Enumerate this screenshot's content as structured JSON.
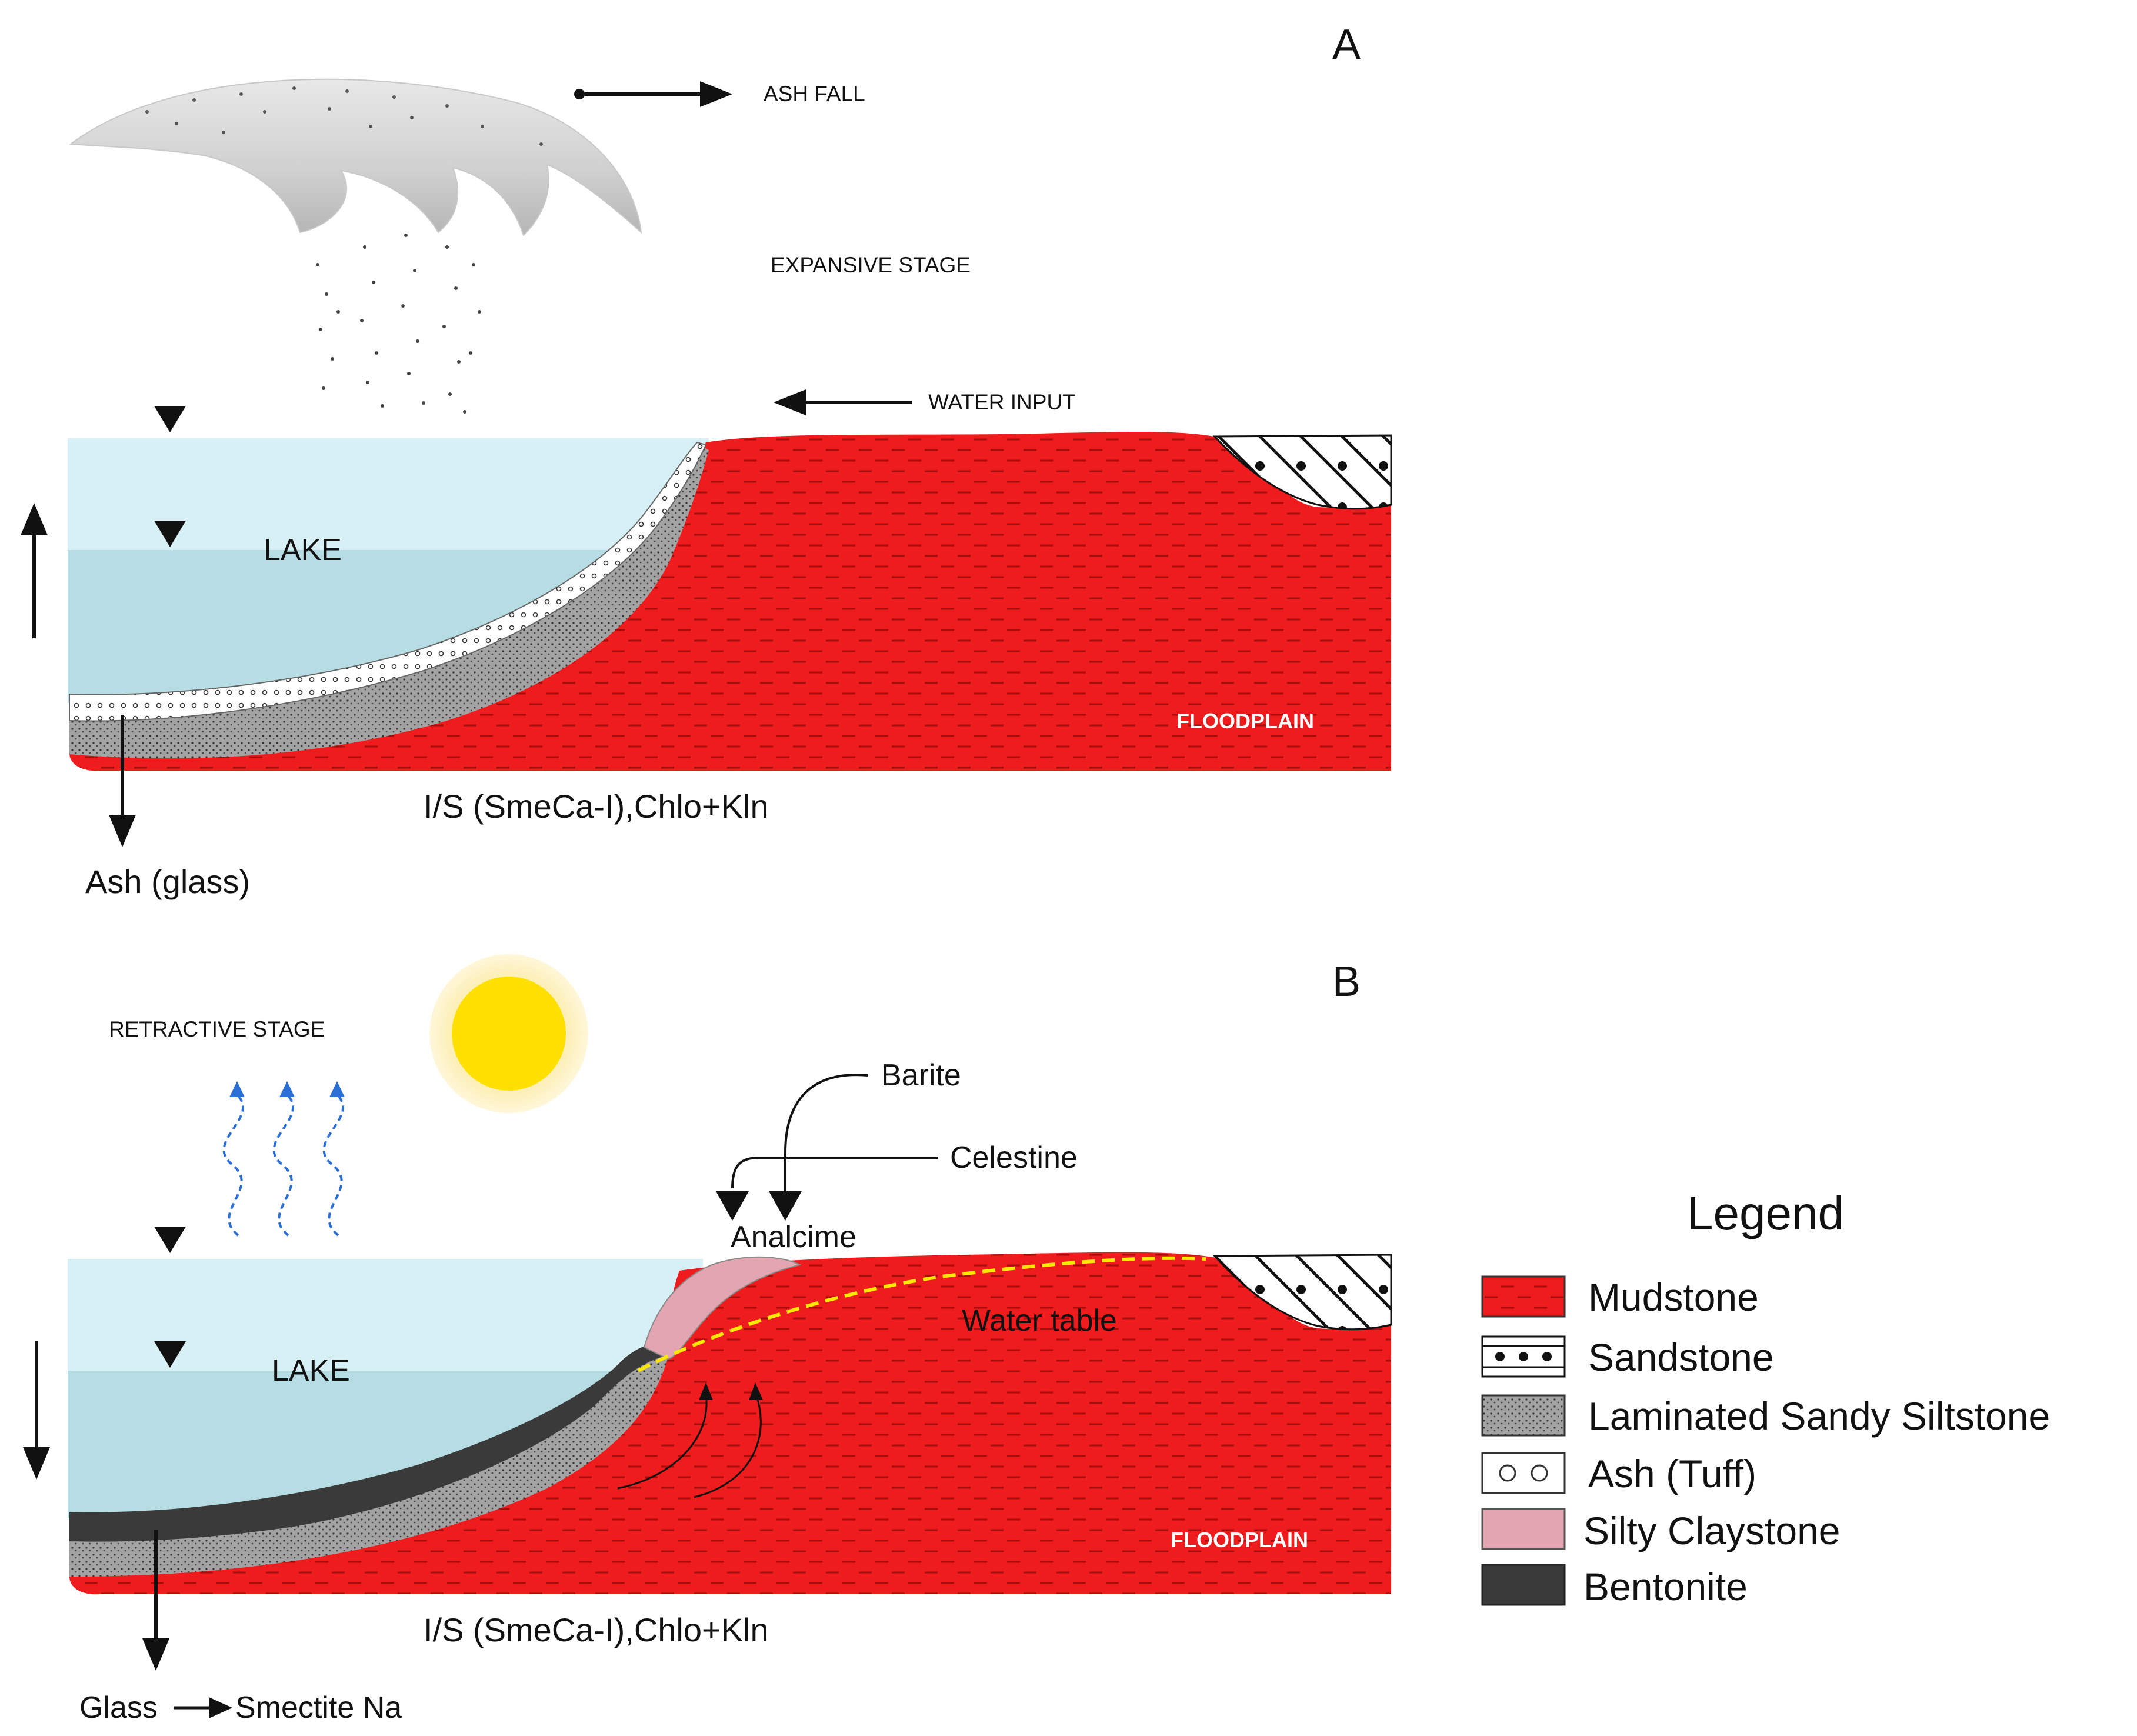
{
  "panel_a": {
    "letter": "A",
    "ash_fall": "ASH FALL",
    "stage": "EXPANSIVE STAGE",
    "water_input": "WATER INPUT",
    "lake": "LAKE",
    "floodplain": "FLOODPLAIN",
    "clays": "I/S (SmeCa-I),Chlo+Kln",
    "ash": "Ash (glass)"
  },
  "panel_b": {
    "letter": "B",
    "stage": "RETRACTIVE STAGE",
    "barite": "Barite",
    "celestine": "Celestine",
    "analcime": "Analcime",
    "water_table": "Water table",
    "lake": "LAKE",
    "floodplain": "FLOODPLAIN",
    "clays": "I/S (SmeCa-I),Chlo+Kln",
    "glass": "Glass",
    "smectite": "Smectite Na"
  },
  "legend": {
    "title": "Legend",
    "items": [
      {
        "label": "Mudstone",
        "swatch": "mudstone"
      },
      {
        "label": "Sandstone",
        "swatch": "sandstone"
      },
      {
        "label": "Laminated Sandy Siltstone",
        "swatch": "siltstone"
      },
      {
        "label": "Ash (Tuff)",
        "swatch": "ash"
      },
      {
        "label": "Silty Claystone",
        "swatch": "claystone"
      },
      {
        "label": "Bentonite",
        "swatch": "bentonite"
      }
    ]
  },
  "colors": {
    "mudstone": "#ee1c1c",
    "lake_upper": "#d6f0f6",
    "lake_lower": "#b6dde3",
    "siltstone": "#9a9a9a",
    "claystone": "#e3a6b0",
    "bentonite": "#3a3a3a",
    "water_table": "#ffe800",
    "sun": "#ffe000",
    "sun_halo": "#fcefb8",
    "vapor": "#2a6fd6"
  }
}
